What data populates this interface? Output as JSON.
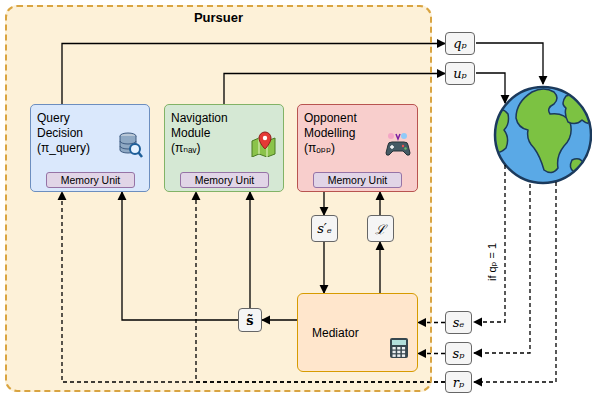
{
  "diagram": {
    "nodes": [
      {
        "text": [
          "Pursuer"
        ]
      },
      {
        "text": [
          "Query Decision",
          "(π_query)"
        ],
        "in": 0
      },
      {
        "text": [
          "Memory Unit"
        ],
        "in": 1
      },
      {
        "text": [
          "Navigation Module",
          "(πₙₐᵥ)"
        ],
        "in": 0
      },
      {
        "text": [
          "Memory Unit"
        ],
        "in": 3
      },
      {
        "text": [
          "Opponent Modelling",
          "(πₒₚₚ)"
        ],
        "in": 0
      },
      {
        "text": [
          "Memory Unit"
        ],
        "in": 5
      },
      {
        "text": [
          "s′ₑ"
        ],
        "in": 0
      },
      {
        "text": [
          "ℒ"
        ],
        "in": 0
      },
      {
        "text": [
          "Mediator"
        ],
        "in": 0
      },
      {
        "text": [
          "s̃"
        ],
        "in": 0
      },
      {
        "text": [
          "qₚ"
        ]
      },
      {
        "text": [
          "uₚ"
        ]
      },
      {
        "text": [
          "sₑ"
        ]
      },
      {
        "text": [
          "sₚ"
        ]
      },
      {
        "text": [
          "rₚ"
        ]
      }
    ],
    "edges": [
      {
        "from": 1,
        "to": 11,
        "arrow": "to"
      },
      {
        "from": 3,
        "to": 12,
        "arrow": "to"
      },
      {
        "from": 5,
        "to": 7,
        "arrow": "to"
      },
      {
        "from": 7,
        "to": 9,
        "arrow": "to"
      },
      {
        "from": 9,
        "to": 8,
        "arrow": "to"
      },
      {
        "from": 8,
        "to": 5,
        "arrow": "to"
      },
      {
        "from": 9,
        "to": 10,
        "arrow": "to"
      },
      {
        "from": 10,
        "to": 1,
        "arrow": "to"
      },
      {
        "from": 10,
        "to": 3,
        "arrow": "to"
      },
      {
        "from": 13,
        "to": 9,
        "arrow": "to"
      },
      {
        "from": 14,
        "to": 9,
        "arrow": "to"
      },
      {
        "from": 15,
        "to": 1,
        "arrow": "to"
      },
      {
        "from": 15,
        "to": 3,
        "arrow": "to"
      }
    ],
    "labels": [
      "if qₚ = 1"
    ]
  }
}
